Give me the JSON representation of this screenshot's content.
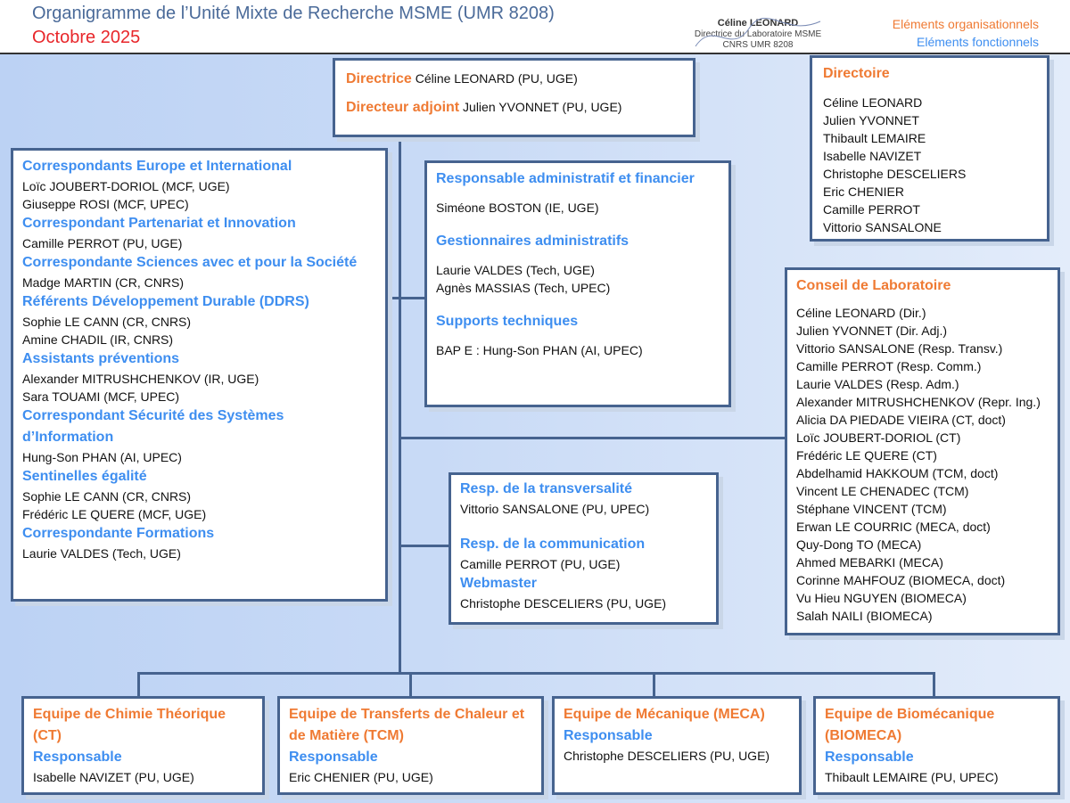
{
  "header": {
    "title": "Organigramme de l’Unité Mixte de Recherche MSME (UMR 8208)",
    "date": "Octobre 2025"
  },
  "legend": {
    "organisational": "Eléments organisationnels",
    "functional": "Eléments fonctionnels"
  },
  "signature": {
    "name": "Céline LEONARD",
    "role": "Directrice du Laboratoire MSME",
    "unit": "CNRS UMR 8208"
  },
  "direction": {
    "directrice_label": "Directrice",
    "directrice": "Céline LEONARD (PU, UGE)",
    "adjoint_label": "Directeur adjoint",
    "adjoint": "Julien YVONNET (PU, UGE)"
  },
  "directoire": {
    "title": "Directoire",
    "members": [
      "Céline LEONARD",
      "Julien YVONNET",
      "Thibault LEMAIRE",
      "Isabelle NAVIZET",
      "Christophe DESCELIERS",
      "Eric CHENIER",
      "Camille PERROT",
      "Vittorio SANSALONE"
    ]
  },
  "correspondants": [
    {
      "title": "Correspondants Europe et International",
      "members": [
        "Loïc JOUBERT-DORIOL (MCF, UGE)",
        "Giuseppe ROSI (MCF, UPEC)"
      ]
    },
    {
      "title": "Correspondant Partenariat et Innovation",
      "members": [
        "Camille PERROT (PU, UGE)"
      ]
    },
    {
      "title": "Correspondante Sciences avec et pour la Société",
      "members": [
        "Madge MARTIN (CR, CNRS)"
      ]
    },
    {
      "title": "Référents Développement Durable (DDRS)",
      "members": [
        "Sophie LE CANN  (CR, CNRS)",
        "Amine CHADIL (IR, CNRS)"
      ]
    },
    {
      "title": "Assistants préventions",
      "members": [
        "Alexander MITRUSHCHENKOV (IR, UGE)",
        "Sara TOUAMI (MCF, UPEC)"
      ]
    },
    {
      "title": "Correspondant Sécurité des Systèmes d’Information",
      "members": [
        "Hung-Son PHAN (AI, UPEC)"
      ]
    },
    {
      "title": "Sentinelles égalité",
      "members": [
        "Sophie LE CANN (CR, CNRS)",
        "Frédéric LE QUERE (MCF, UGE)"
      ]
    },
    {
      "title": "Correspondante Formations",
      "members": [
        "Laurie VALDES (Tech, UGE)"
      ]
    }
  ],
  "admin": [
    {
      "title": "Responsable administratif et financier",
      "members": [
        "Siméone BOSTON (IE, UGE)"
      ]
    },
    {
      "title": "Gestionnaires administratifs",
      "members": [
        "Laurie VALDES (Tech, UGE)",
        "Agnès MASSIAS (Tech, UPEC)"
      ]
    },
    {
      "title": "Supports techniques",
      "members": [
        "BAP E : Hung-Son PHAN (AI, UPEC)"
      ]
    }
  ],
  "conseil": {
    "title": "Conseil  de Laboratoire",
    "members": [
      "Céline LEONARD (Dir.)",
      "Julien YVONNET (Dir. Adj.)",
      "Vittorio SANSALONE (Resp. Transv.)",
      "Camille PERROT (Resp. Comm.)",
      "Laurie VALDES (Resp. Adm.)",
      "Alexander MITRUSHCHENKOV (Repr. Ing.)",
      "Alicia DA PIEDADE VIEIRA (CT, doct)",
      "Loïc JOUBERT-DORIOL (CT)",
      "Frédéric LE QUERE (CT)",
      "Abdelhamid HAKKOUM (TCM, doct)",
      "Vincent LE CHENADEC (TCM)",
      "Stéphane VINCENT (TCM)",
      "Erwan LE COURRIC (MECA, doct)",
      "Quy-Dong TO (MECA)",
      "Ahmed MEBARKI (MECA)",
      "Corinne MAHFOUZ (BIOMECA, doct)",
      "Vu Hieu NGUYEN (BIOMECA)",
      "Salah NAILI (BIOMECA)"
    ]
  },
  "responsables": [
    {
      "title": "Resp. de la transversalité",
      "members": [
        "Vittorio SANSALONE (PU, UPEC)"
      ]
    },
    {
      "title": "Resp. de la communication",
      "members": [
        "Camille PERROT (PU, UGE)"
      ]
    },
    {
      "title": "Webmaster",
      "members": [
        "Christophe DESCELIERS (PU, UGE)"
      ]
    }
  ],
  "teams": [
    {
      "name": "Equipe de Chimie Théorique (CT)",
      "resp_label": "Responsable",
      "resp": "Isabelle NAVIZET (PU, UGE)"
    },
    {
      "name": "Equipe de Transferts de Chaleur et de Matière (TCM)",
      "resp_label": "Responsable",
      "resp": "Eric CHENIER (PU, UGE)"
    },
    {
      "name": "Equipe de Mécanique (MECA)",
      "resp_label": "Responsable",
      "resp": "Christophe DESCELIERS (PU, UGE)"
    },
    {
      "name": "Equipe de Biomécanique (BIOMECA)",
      "resp_label": "Responsable",
      "resp": "Thibault LEMAIRE (PU, UPEC)"
    }
  ]
}
